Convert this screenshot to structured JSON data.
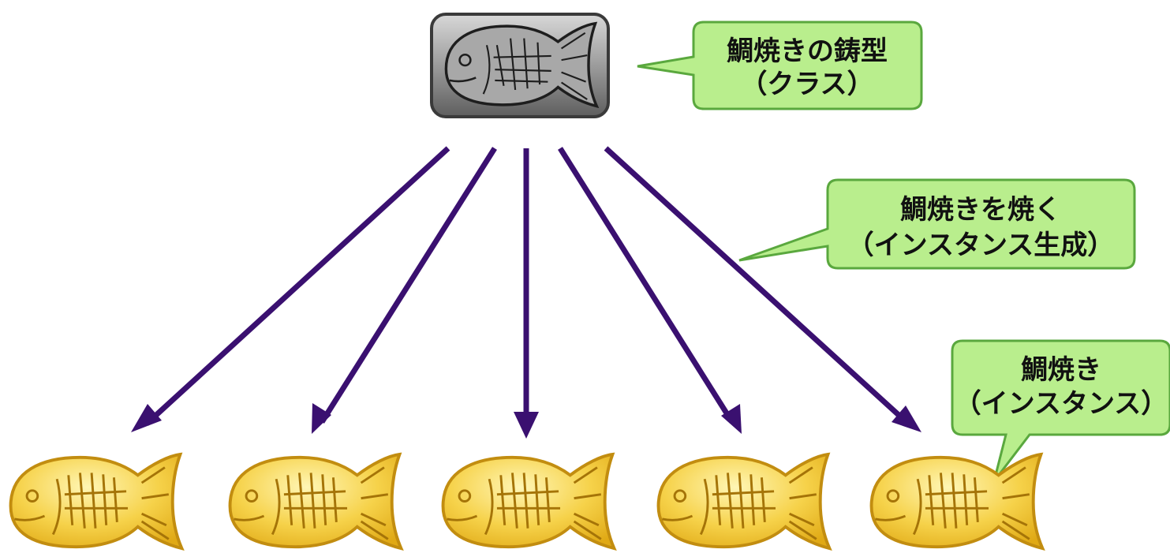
{
  "mold": {
    "callout_line1": "鯛焼きの鋳型",
    "callout_line2": "（クラス）"
  },
  "bake": {
    "callout_line1": "鯛焼きを焼く",
    "callout_line2": "（インスタンス生成）"
  },
  "instance": {
    "callout_line1": "鯛焼き",
    "callout_line2": "（インスタンス）"
  },
  "instances_count": 5,
  "colors": {
    "arrow": "#3a1070",
    "callout_fill": "#b8ef8c",
    "callout_stroke": "#5aa83e",
    "mold_fill": "#9a9a9a",
    "taiyaki_fill": "#f3c93a",
    "taiyaki_stroke": "#c79412"
  }
}
